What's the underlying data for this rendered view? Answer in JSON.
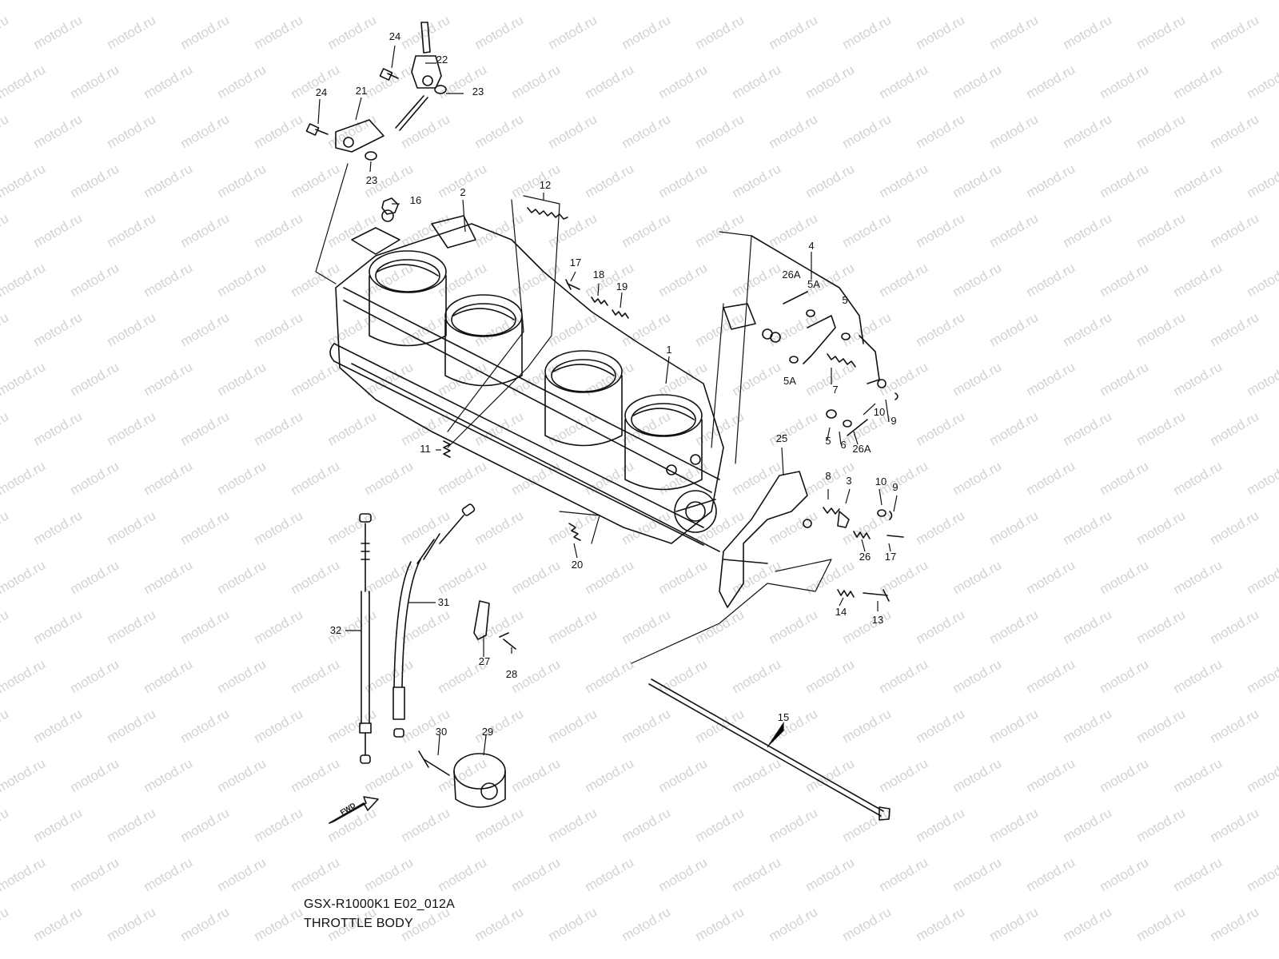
{
  "watermark": "motod.ru",
  "diagram": {
    "code": "GSX-R1000K1 E02_012A",
    "title": "THROTTLE BODY",
    "fwd_label": "FWD"
  },
  "callouts": [
    {
      "key": "c24a",
      "label": "24"
    },
    {
      "key": "c22",
      "label": "22"
    },
    {
      "key": "c23a",
      "label": "23"
    },
    {
      "key": "c24b",
      "label": "24"
    },
    {
      "key": "c21",
      "label": "21"
    },
    {
      "key": "c23b",
      "label": "23"
    },
    {
      "key": "c16",
      "label": "16"
    },
    {
      "key": "c2",
      "label": "2"
    },
    {
      "key": "c12",
      "label": "12"
    },
    {
      "key": "c17a",
      "label": "17"
    },
    {
      "key": "c18",
      "label": "18"
    },
    {
      "key": "c19",
      "label": "19"
    },
    {
      "key": "c4",
      "label": "4"
    },
    {
      "key": "c26Aa",
      "label": "26A"
    },
    {
      "key": "c5Aa",
      "label": "5A"
    },
    {
      "key": "c5a",
      "label": "5"
    },
    {
      "key": "c1",
      "label": "1"
    },
    {
      "key": "c5Ab",
      "label": "5A"
    },
    {
      "key": "c7",
      "label": "7"
    },
    {
      "key": "c10a",
      "label": "10"
    },
    {
      "key": "c9a",
      "label": "9"
    },
    {
      "key": "c5b",
      "label": "5"
    },
    {
      "key": "c6",
      "label": "6"
    },
    {
      "key": "c26Ab",
      "label": "26A"
    },
    {
      "key": "c11",
      "label": "11"
    },
    {
      "key": "c25",
      "label": "25"
    },
    {
      "key": "c8",
      "label": "8"
    },
    {
      "key": "c3",
      "label": "3"
    },
    {
      "key": "c10b",
      "label": "10"
    },
    {
      "key": "c9b",
      "label": "9"
    },
    {
      "key": "c26",
      "label": "26"
    },
    {
      "key": "c17b",
      "label": "17"
    },
    {
      "key": "c20",
      "label": "20"
    },
    {
      "key": "c14",
      "label": "14"
    },
    {
      "key": "c13",
      "label": "13"
    },
    {
      "key": "c31",
      "label": "31"
    },
    {
      "key": "c32",
      "label": "32"
    },
    {
      "key": "c27",
      "label": "27"
    },
    {
      "key": "c28",
      "label": "28"
    },
    {
      "key": "c15",
      "label": "15"
    },
    {
      "key": "c30",
      "label": "30"
    },
    {
      "key": "c29",
      "label": "29"
    }
  ]
}
